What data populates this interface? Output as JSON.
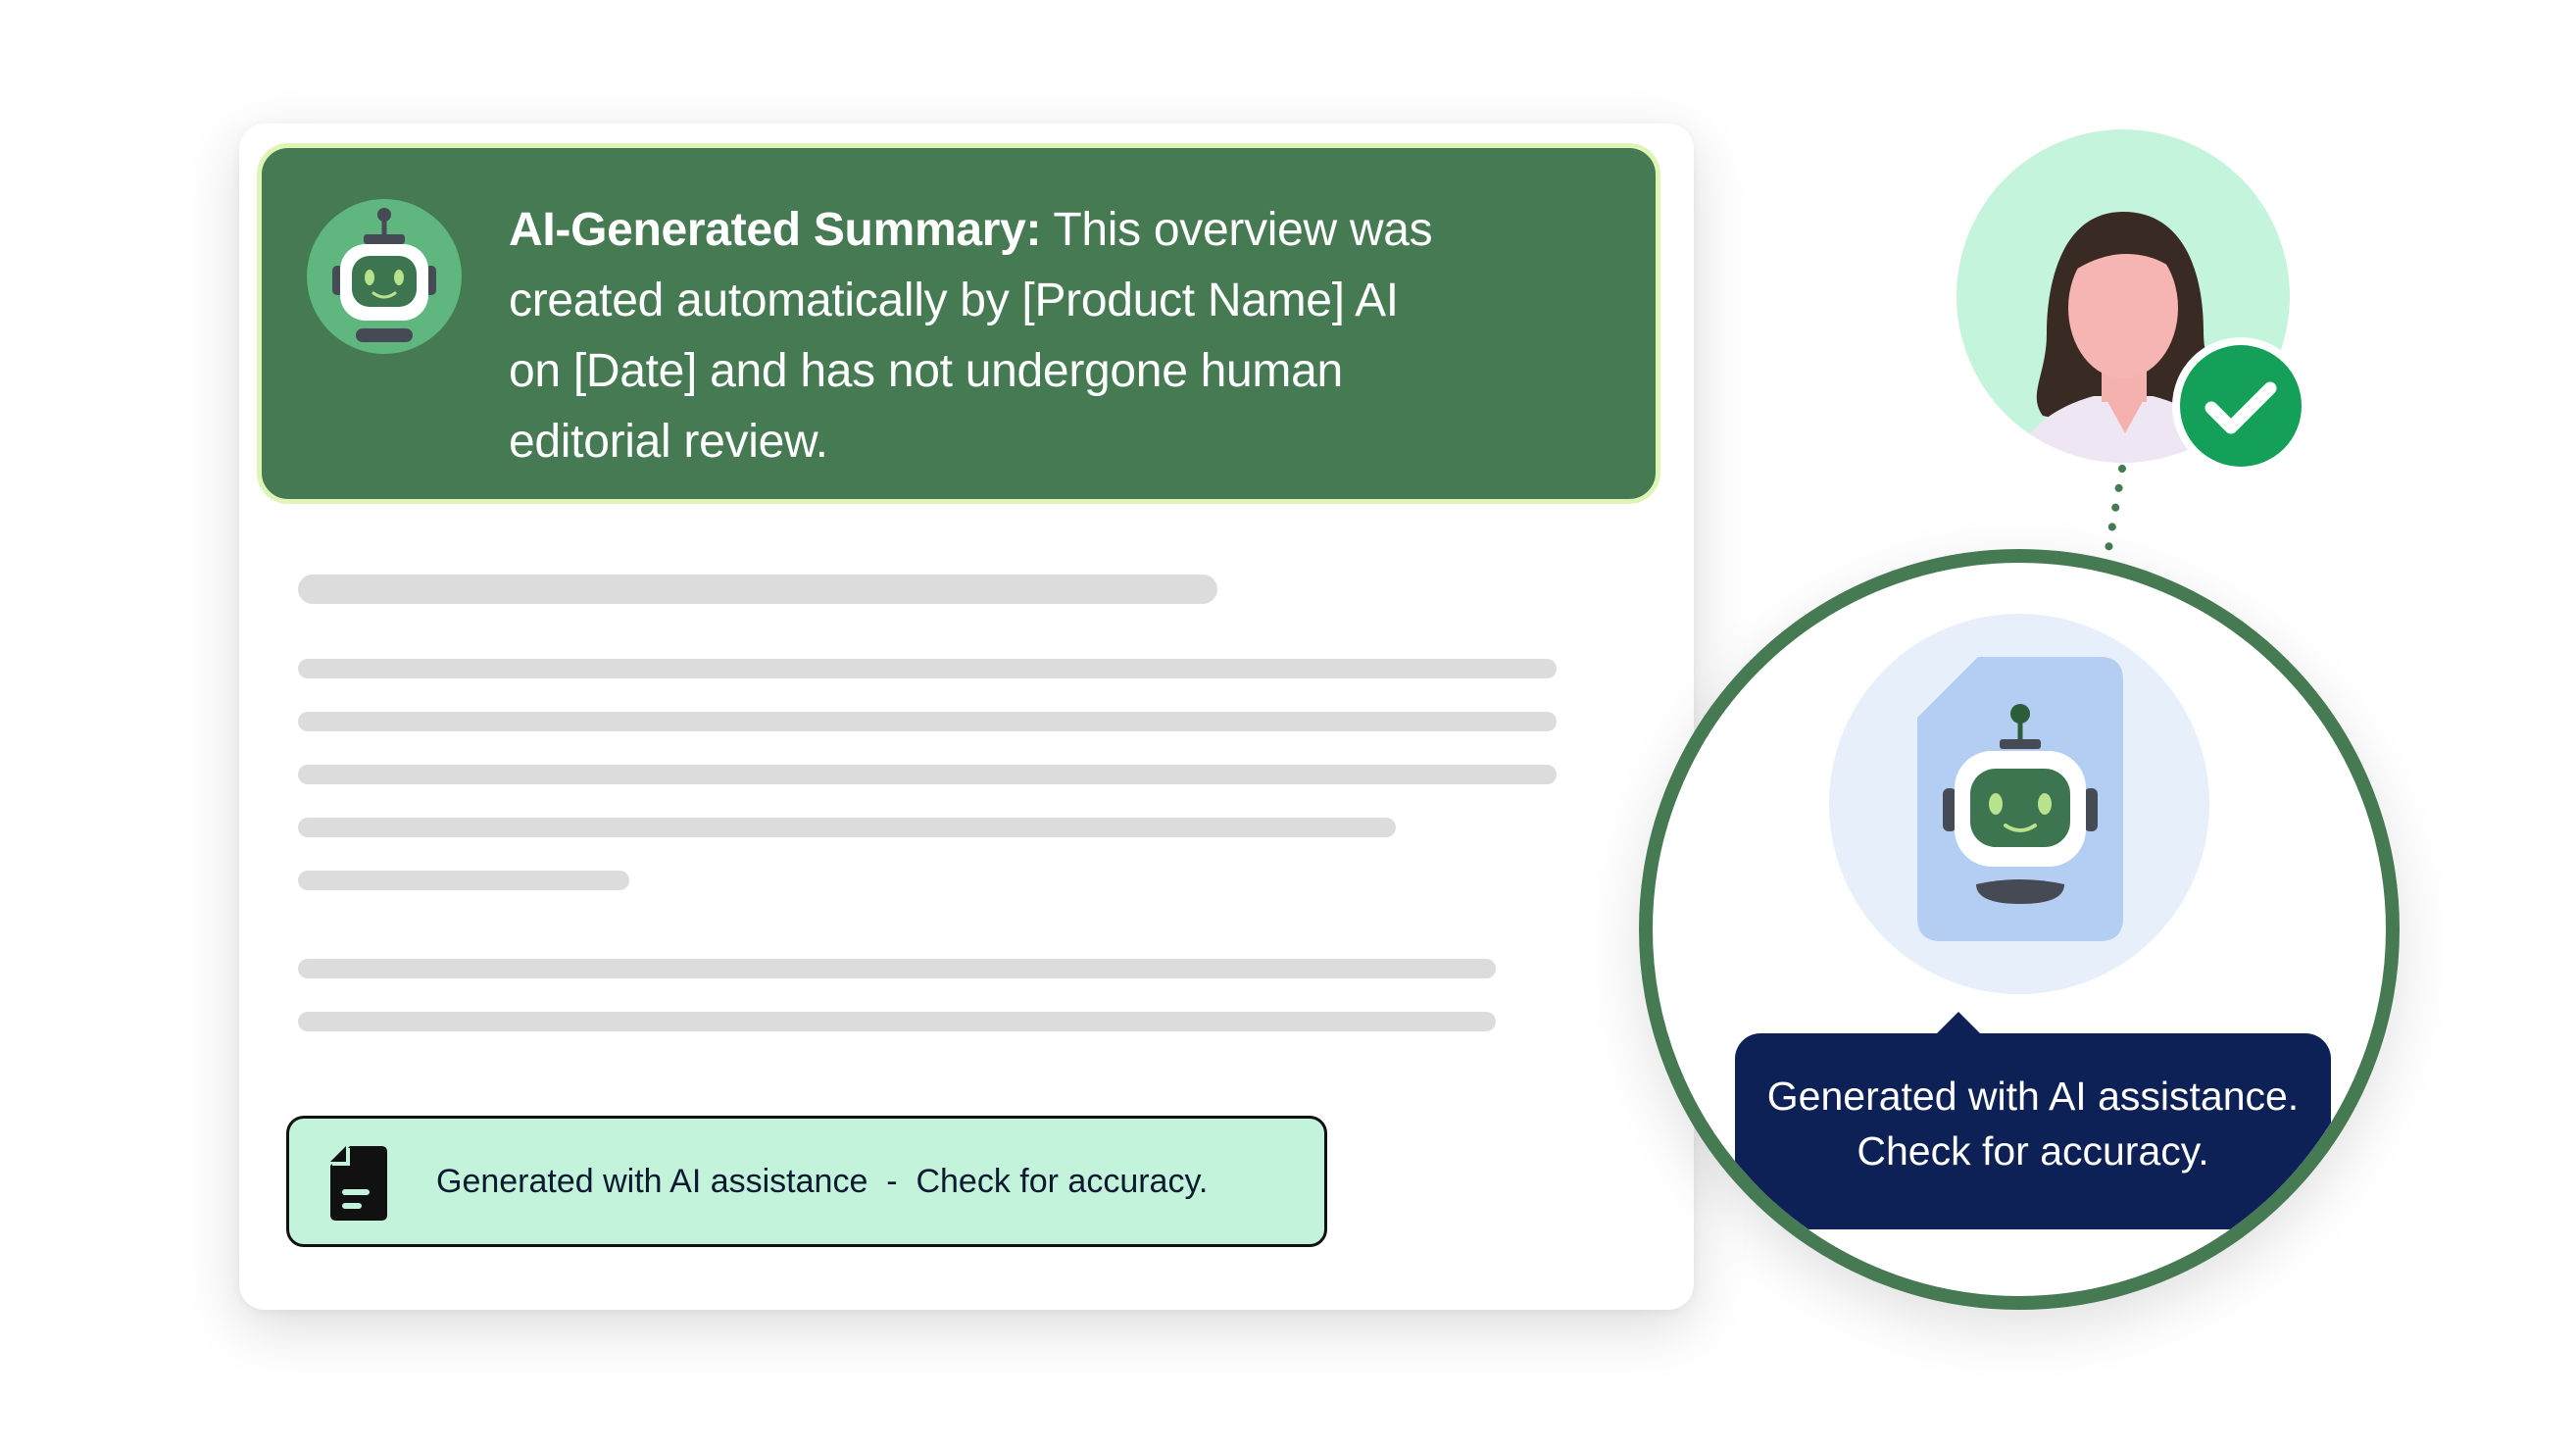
{
  "summary": {
    "heading": "AI-Generated Summary:",
    "line1_rest": " This overview was",
    "line2": "created automatically by [Product Name] AI",
    "line3": "on [Date] and has not undergone human",
    "line4": "editorial review."
  },
  "disclaimer": {
    "text": "Generated with AI assistance  -  Check for accuracy."
  },
  "callout": {
    "line1": "Generated with AI assistance.",
    "line2": "Check for accuracy."
  },
  "colors": {
    "brand_green": "#467a53",
    "banner_border": "#dff5b6",
    "mint": "#c3f3da",
    "navy": "#0d2157",
    "check_green": "#15a05a",
    "doc_blue": "#b4cdf2"
  },
  "icons": {
    "summary": "robot-icon",
    "disclaimer": "document-icon",
    "reviewer_badge": "check-icon",
    "magnified": "ai-document-robot-icon"
  }
}
